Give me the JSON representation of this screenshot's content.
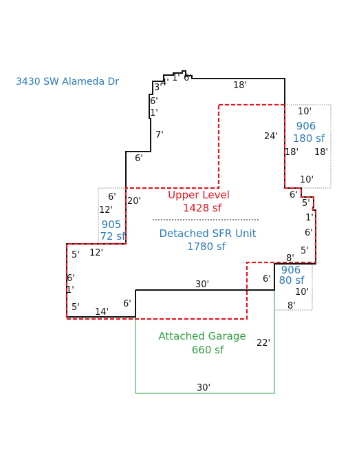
{
  "address": "3430 SW Alameda Dr",
  "colors": {
    "main_outline": "#111111",
    "upper_level": "#e8141e",
    "garage": "#2ea043",
    "label_blue": "#2a7ab8",
    "addition_box": "#8a8a8a"
  },
  "upper_level": {
    "title": "Upper Level",
    "area": "1428 sf"
  },
  "main_unit": {
    "title": "Detached SFR Unit",
    "area": "1780 sf"
  },
  "garage": {
    "title": "Attached Garage",
    "area": "660 sf"
  },
  "addition_top_right": {
    "code": "906",
    "area": "180 sf"
  },
  "addition_left": {
    "code": "905",
    "area": "72 sf"
  },
  "addition_bottom_right": {
    "code": "906",
    "area": "80 sf"
  },
  "dimensions": {
    "top_4": "4'",
    "top_1": "1'",
    "top_6": "6'",
    "top_18": "18'",
    "left_3": "3'",
    "left_6a": "6'",
    "left_1a": "1'",
    "left_7": "7'",
    "left_6b": "6'",
    "left_20": "20'",
    "left_12": "12'",
    "left_6c": "6'",
    "left_12b": "12'",
    "left_5a": "5'",
    "left_6d": "6'",
    "left_1b": "1'",
    "left_5b": "5'",
    "bottom_14": "14'",
    "bottom_6": "6'",
    "garage_30_top": "30'",
    "right_24": "24'",
    "right_10_top": "10'",
    "right_18_in": "18'",
    "right_18_out": "18'",
    "right_10_bottom": "10'",
    "right_6a": "6'",
    "right_5a": "5'",
    "right_1": "1'",
    "right_6b": "6'",
    "right_5b": "5'",
    "right_8a": "8'",
    "right_6c": "6'",
    "right_10_small": "10'",
    "right_8b": "8'",
    "garage_22": "22'",
    "garage_30_bottom": "30'"
  }
}
